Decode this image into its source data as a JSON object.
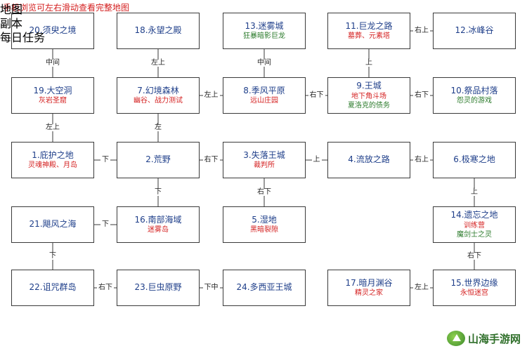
{
  "header": {
    "title": "手机浏览可左右滑动查看完整地图"
  },
  "colors": {
    "map": "#0a14e8",
    "dungeon": "#e01010",
    "daily": "#108a10"
  },
  "nodes": {
    "n20": {
      "name": "20.须臾之境",
      "subs": []
    },
    "n18": {
      "name": "18.永望之殿",
      "subs": []
    },
    "n13": {
      "name": "13.迷雾城",
      "subs": [
        {
          "text": "狂暴暗影巨龙",
          "color": "green"
        }
      ]
    },
    "n11": {
      "name": "11.巨龙之路",
      "subs": [
        {
          "text": "墓葬、元素塔",
          "color": "red"
        }
      ]
    },
    "n12": {
      "name": "12.冰峰谷",
      "subs": []
    },
    "n19": {
      "name": "19.大空洞",
      "subs": [
        {
          "text": "灰岩圣窟",
          "color": "red"
        }
      ]
    },
    "n7": {
      "name": "7.幻境森林",
      "subs": [
        {
          "text": "幽谷、战力测试",
          "color": "red"
        }
      ]
    },
    "n8": {
      "name": "8.季风平原",
      "subs": [
        {
          "text": "远山庄园",
          "color": "red"
        }
      ]
    },
    "n9": {
      "name": "9.王城",
      "subs": [
        {
          "text": "地下角斗场",
          "color": "red"
        },
        {
          "text": "夏洛克的债务",
          "color": "green"
        }
      ]
    },
    "n10": {
      "name": "10.祭品村落",
      "subs": [
        {
          "text": "怨灵的游戏",
          "color": "green"
        }
      ]
    },
    "n1": {
      "name": "1.庇护之地",
      "subs": [
        {
          "text": "灵魂神殿、月岛",
          "color": "red"
        }
      ]
    },
    "n2": {
      "name": "2.荒野",
      "subs": []
    },
    "n3": {
      "name": "3.失落王城",
      "subs": [
        {
          "text": "裁判所",
          "color": "red"
        }
      ]
    },
    "n4": {
      "name": "4.流放之路",
      "subs": []
    },
    "n6": {
      "name": "6.极寒之地",
      "subs": []
    },
    "n21": {
      "name": "21.飓风之海",
      "subs": []
    },
    "n16": {
      "name": "16.南部海域",
      "subs": [
        {
          "text": "迷雾岛",
          "color": "red"
        }
      ]
    },
    "n5": {
      "name": "5.湿地",
      "subs": [
        {
          "text": "黑暗裂隙",
          "color": "red"
        }
      ]
    },
    "n14": {
      "name": "14.遗忘之地",
      "subs": [
        {
          "text": "训练营",
          "color": "red"
        },
        {
          "text": "魔剑士之灵",
          "color": "green"
        }
      ]
    },
    "n22": {
      "name": "22.诅咒群岛",
      "subs": []
    },
    "n23": {
      "name": "23.巨虫原野",
      "subs": []
    },
    "n24": {
      "name": "24.多西亚王城",
      "subs": []
    },
    "n17": {
      "name": "17.暗月渊谷",
      "subs": [
        {
          "text": "精灵之家",
          "color": "red"
        }
      ]
    },
    "n15": {
      "name": "15.世界边缘",
      "subs": [
        {
          "text": "永恒迷宫",
          "color": "red"
        }
      ]
    }
  },
  "edges": [
    {
      "from": "n20",
      "to": "n19",
      "label": "中间"
    },
    {
      "from": "n18",
      "to": "n7",
      "label": "左上"
    },
    {
      "from": "n13",
      "to": "n8",
      "label": "中间"
    },
    {
      "from": "n11",
      "to": "n9",
      "label": "上"
    },
    {
      "from": "n11",
      "to": "n12",
      "label": "右上"
    },
    {
      "from": "n7",
      "to": "n8",
      "label": "左上"
    },
    {
      "from": "n8",
      "to": "n9",
      "label": "右下"
    },
    {
      "from": "n9",
      "to": "n10",
      "label": "右下"
    },
    {
      "from": "n19",
      "to": "n1",
      "label": "左上"
    },
    {
      "from": "n7",
      "to": "n2",
      "label": "左"
    },
    {
      "from": "n1",
      "to": "n2",
      "label": "下"
    },
    {
      "from": "n2",
      "to": "n3",
      "label": "右下"
    },
    {
      "from": "n3",
      "to": "n4",
      "label": "上"
    },
    {
      "from": "n4",
      "to": "n6",
      "label": "右上"
    },
    {
      "from": "n2",
      "to": "n16",
      "label": "下"
    },
    {
      "from": "n3",
      "to": "n5",
      "label": "右下"
    },
    {
      "from": "n6",
      "to": "n14",
      "label": "上"
    },
    {
      "from": "n21",
      "to": "n16",
      "label": "下"
    },
    {
      "from": "n21",
      "to": "n22",
      "label": "下"
    },
    {
      "from": "n14",
      "to": "n15",
      "label": "右下"
    },
    {
      "from": "n22",
      "to": "n23",
      "label": "右下"
    },
    {
      "from": "n23",
      "to": "n24",
      "label": "下中"
    },
    {
      "from": "n17",
      "to": "n15",
      "label": "左上"
    }
  ],
  "legend": [
    {
      "color": "map",
      "label": "地图"
    },
    {
      "color": "dungeon",
      "label": "副本"
    },
    {
      "color": "daily",
      "label": "每日任务"
    }
  ],
  "watermark": {
    "text": "山海手游网"
  }
}
